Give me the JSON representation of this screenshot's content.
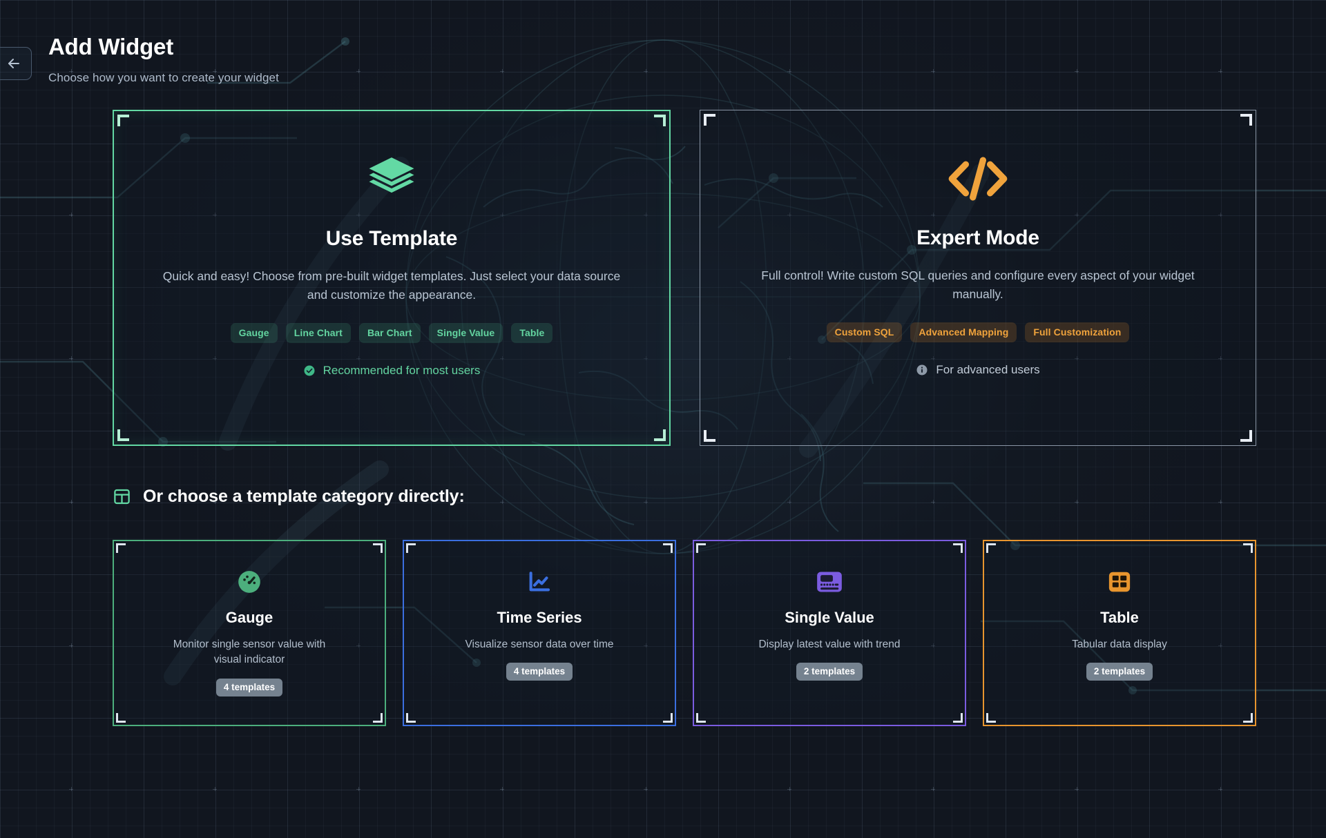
{
  "header": {
    "back_icon": "arrow-left-icon",
    "title": "Add Widget",
    "subtitle": "Choose how you want to create your widget"
  },
  "modes": [
    {
      "id": "use-template",
      "icon": "layers-icon",
      "title": "Use Template",
      "description": "Quick and easy! Choose from pre-built widget templates. Just select your data source and customize the appearance.",
      "pills": [
        "Gauge",
        "Line Chart",
        "Bar Chart",
        "Single Value",
        "Table"
      ],
      "footnote": "Recommended for most users",
      "footnote_icon": "check-circle-icon",
      "accent": "#63d9a4"
    },
    {
      "id": "expert-mode",
      "icon": "code-brackets-icon",
      "title": "Expert Mode",
      "description": "Full control! Write custom SQL queries and configure every aspect of your widget manually.",
      "pills": [
        "Custom SQL",
        "Advanced Mapping",
        "Full Customization"
      ],
      "footnote": "For advanced users",
      "footnote_icon": "info-circle-icon",
      "accent": "#f0a33c"
    }
  ],
  "category_section": {
    "icon": "grid-table-icon",
    "heading": "Or choose a template category directly:"
  },
  "categories": [
    {
      "id": "gauge",
      "icon": "gauge-icon",
      "title": "Gauge",
      "description": "Monitor single sensor value with visual indicator",
      "badge": "4 templates",
      "accent": "#4caf7d"
    },
    {
      "id": "time-series",
      "icon": "line-chart-icon",
      "title": "Time Series",
      "description": "Visualize sensor data over time",
      "badge": "4 templates",
      "accent": "#3b6fe0"
    },
    {
      "id": "single-value",
      "icon": "display-card-icon",
      "title": "Single Value",
      "description": "Display latest value with trend",
      "badge": "2 templates",
      "accent": "#7b5ce0"
    },
    {
      "id": "table",
      "icon": "table-grid-icon",
      "title": "Table",
      "description": "Tabular data display",
      "badge": "2 templates",
      "accent": "#e8952e"
    }
  ]
}
